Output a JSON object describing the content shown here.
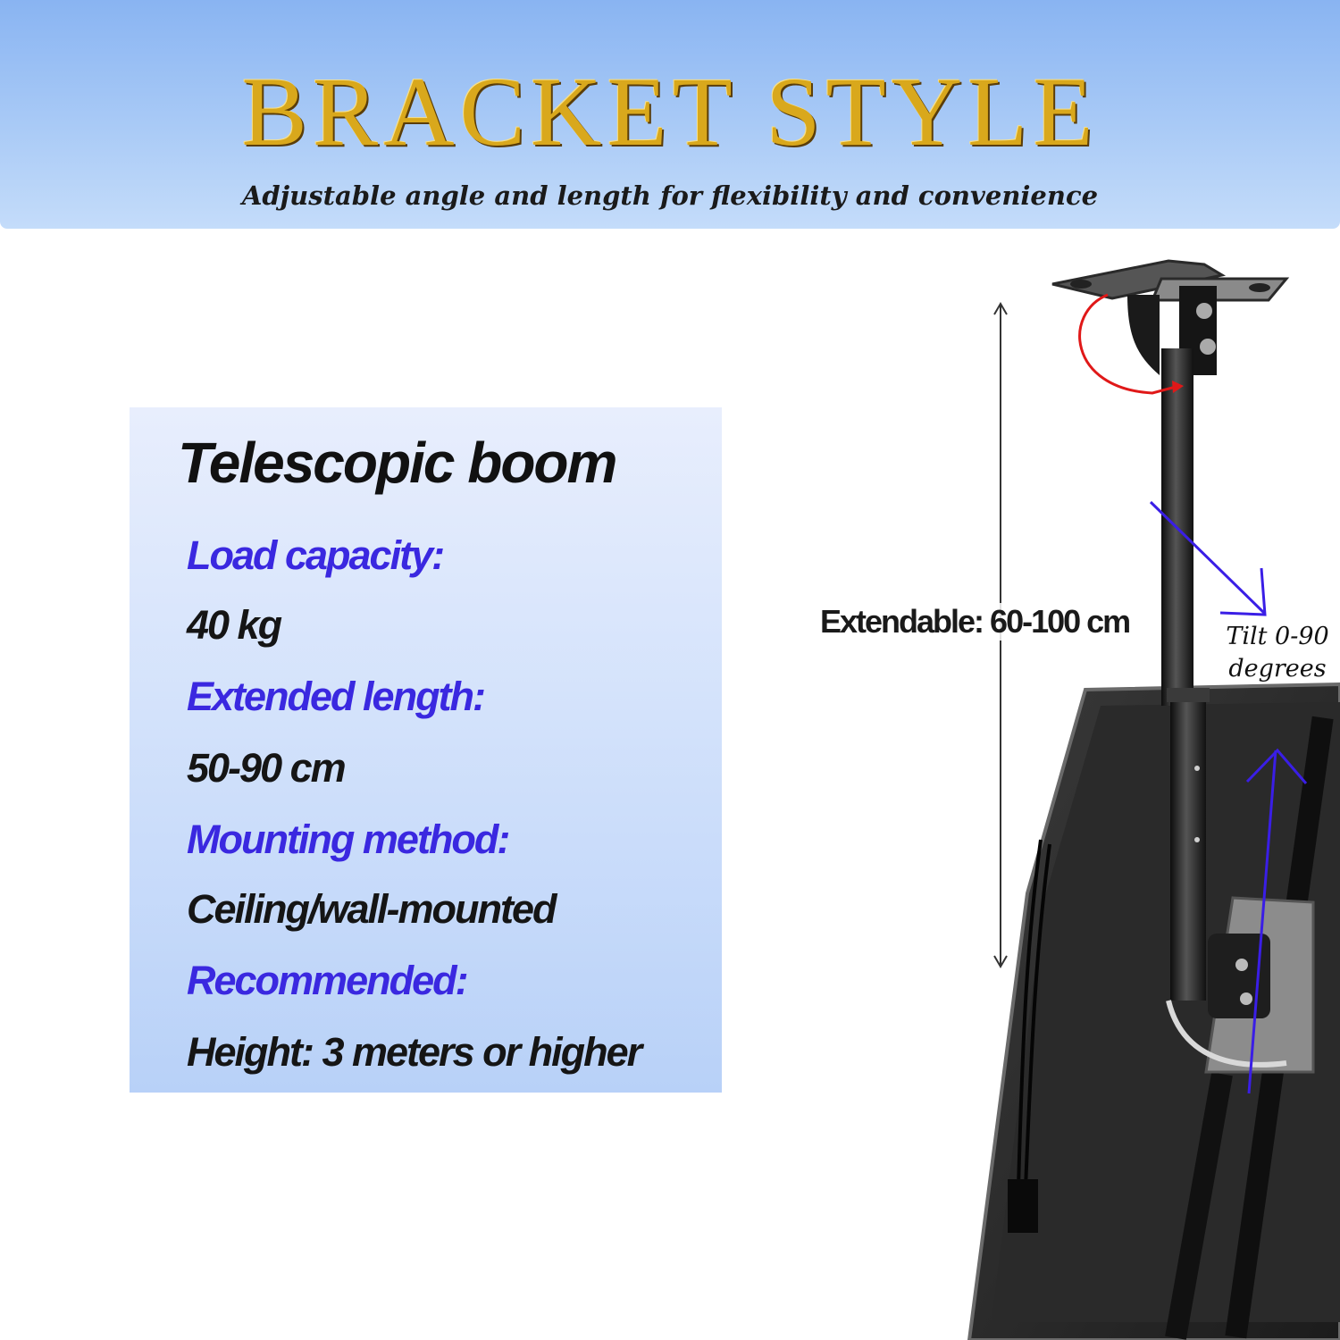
{
  "banner": {
    "title": "BRACKET STYLE",
    "subtitle": "Adjustable angle and length for flexibility and convenience"
  },
  "specs": {
    "heading": "Telescopic boom",
    "items": [
      {
        "label": "Load capacity:",
        "value": "40 kg"
      },
      {
        "label": "Extended length:",
        "value": "50-90 cm"
      },
      {
        "label": "Mounting method:",
        "value": "Ceiling/wall-mounted"
      },
      {
        "label": "Recommended:",
        "value": "Height: 3 meters or higher"
      }
    ]
  },
  "diagram": {
    "extend_label": "Extendable: 60-100 cm",
    "tilt_line1": "Tilt 0-90",
    "tilt_line2": "degrees"
  },
  "colors": {
    "title_gold": "#d9a81c",
    "label_blue": "#3a28e0",
    "arrow_blue": "#3a1ee6",
    "arrow_red": "#e01818"
  }
}
